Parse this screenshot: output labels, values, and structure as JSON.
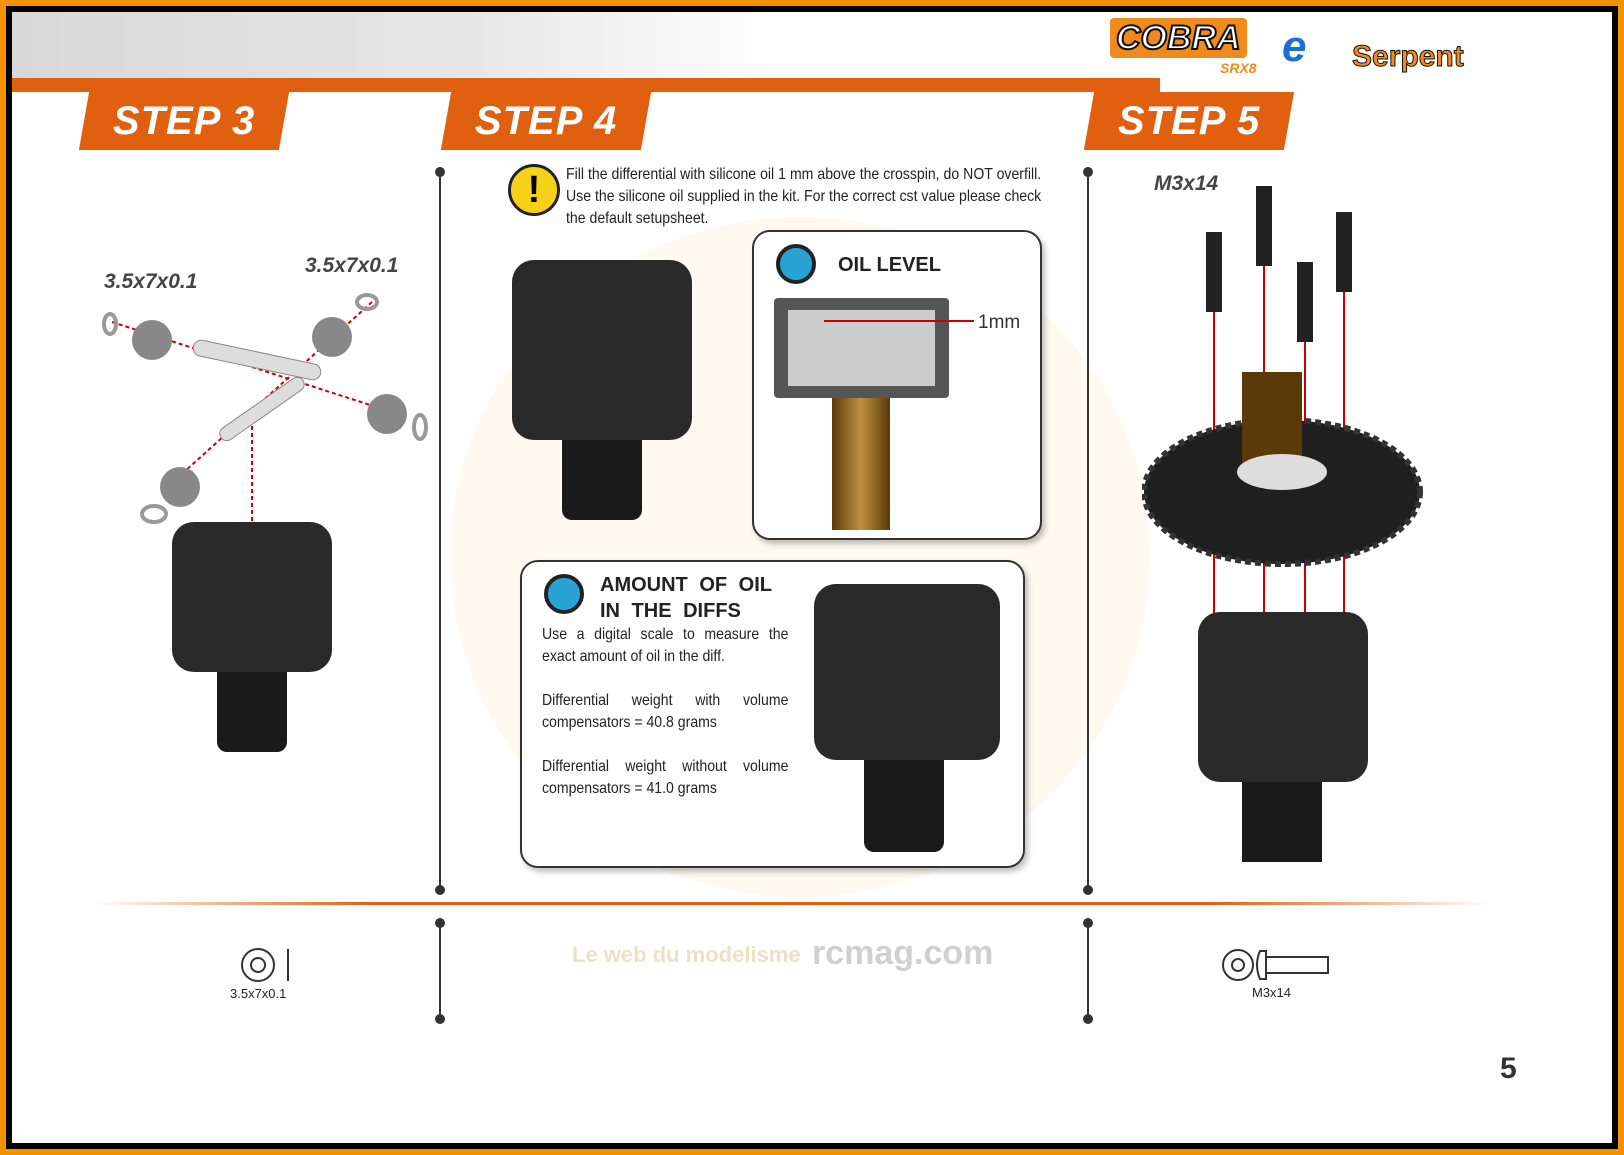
{
  "logos": {
    "model": "COBRA",
    "model_sub": "SRX8",
    "model_suffix": "e",
    "brand": "Serpent"
  },
  "steps": [
    {
      "label": "STEP 3"
    },
    {
      "label": "STEP 4"
    },
    {
      "label": "STEP 5"
    }
  ],
  "step3": {
    "washer_left": "3.5x7x0.1",
    "washer_right": "3.5x7x0.1"
  },
  "step4": {
    "warning": "Fill the differential  with silicone oil 1 mm above  the crosspin, do NOT overfill. Use the silicone oil supplied in the kit. For the correct cst value please check the default setupsheet.",
    "oil_level": {
      "title": "OIL LEVEL",
      "measure": "1mm"
    },
    "amount": {
      "title": "AMOUNT OF OIL IN THE DIFFS",
      "p1": "Use a digital scale to measure the exact amount of oil in the diff.",
      "p2": "Differential weight with volume compensators = 40.8 grams",
      "p3": "Differential weight without volume compensators = 41.0 grams"
    }
  },
  "step5": {
    "screw": "M3x14"
  },
  "parts": {
    "washer": "3.5x7x0.1",
    "screw": "M3x14"
  },
  "watermark": {
    "line1": "Le web du modelisme",
    "line2": "rcmag.com"
  },
  "page_number": "5"
}
